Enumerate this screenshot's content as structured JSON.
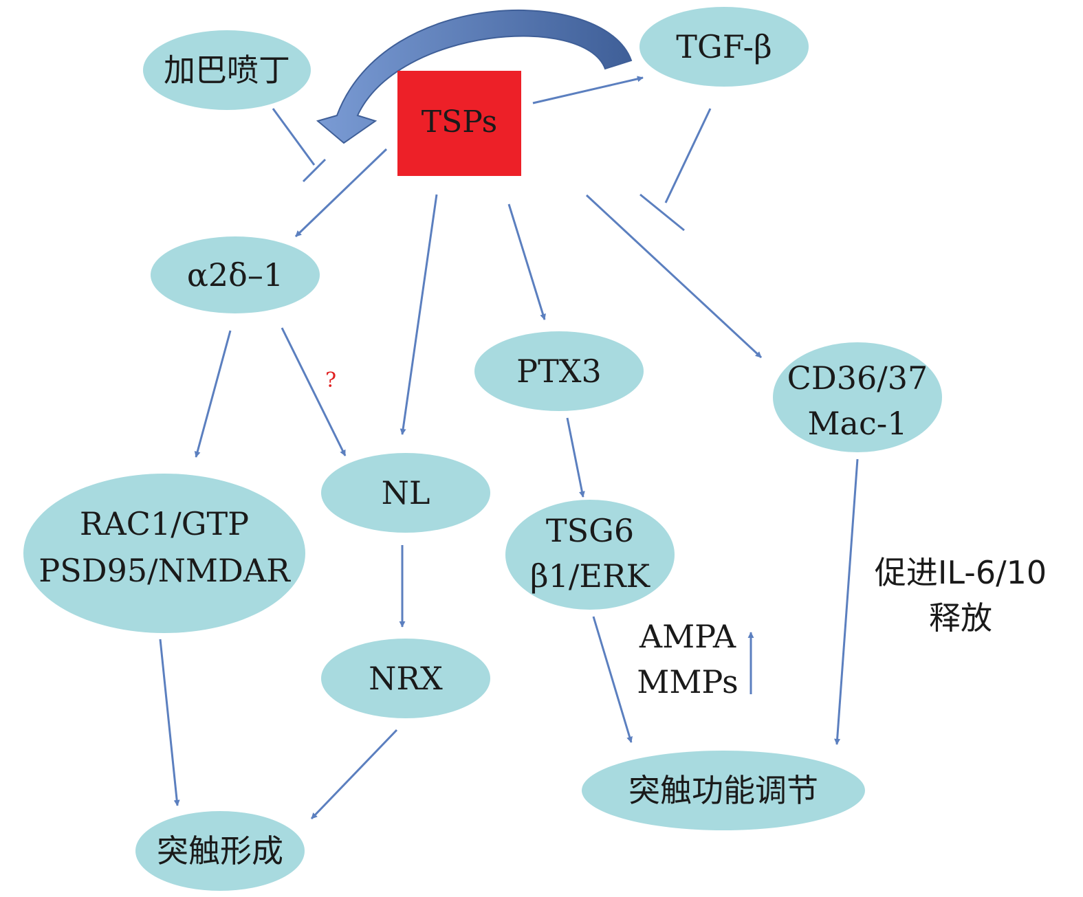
{
  "nodes": {
    "tsps": "TSPs",
    "tgf": "TGF-β",
    "gabapentin": "加巴喷丁",
    "a2d1": "α2δ–1",
    "ptx3": "PTX3",
    "cd36_line1": "CD36/37",
    "cd36_line2": "Mac-1",
    "nl": "NL",
    "rac1_line1": "RAC1/GTP",
    "rac1_line2": "PSD95/NMDAR",
    "tsg6_line1": "TSG6",
    "tsg6_line2": "β1/ERK",
    "nrx": "NRX",
    "synapse_formation": "突触形成",
    "synapse_regulation": "突触功能调节"
  },
  "annotations": {
    "question_mark": "?",
    "ampa": "AMPA",
    "mmps": "MMPs",
    "il_line1": "促进IL-6/10",
    "il_line2": "释放"
  },
  "colors": {
    "node_fill": "#a8dadf",
    "tsps_fill": "#ed2028",
    "arrow": "#5b7fbf",
    "question": "#e02020"
  }
}
